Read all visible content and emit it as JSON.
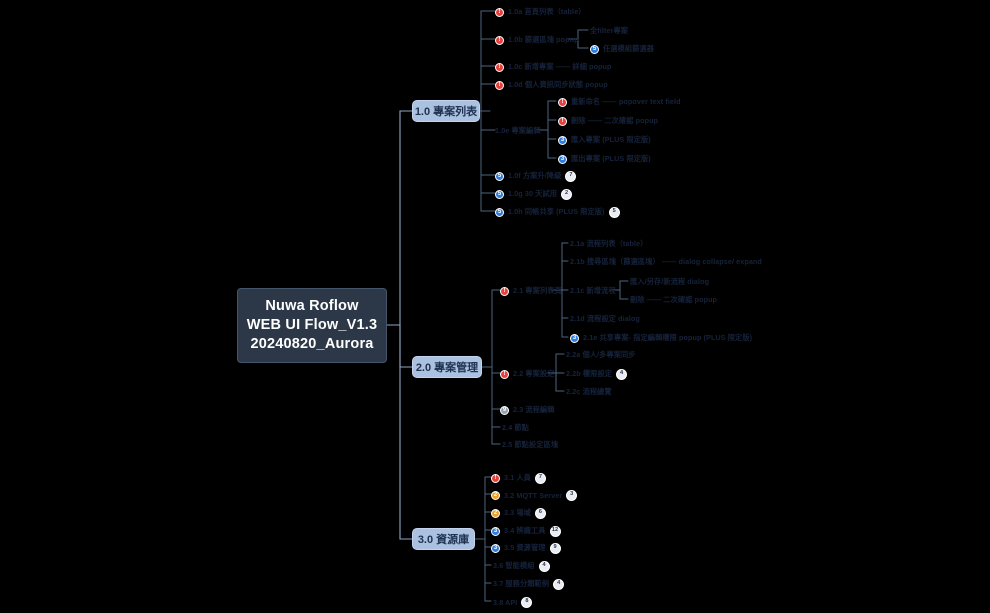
{
  "meta": {
    "app": "mind-map",
    "background": "#000000",
    "accent_branch": "#aac1e0",
    "central_bg": "#2c3847",
    "marker_red": "#e8413c",
    "marker_orange": "#f0a128",
    "marker_blue": "#2e7de0",
    "marker_gray": "#98a2ae"
  },
  "central": {
    "line1": "Nuwa Roflow",
    "line2": "WEB UI Flow_V1.3",
    "line3": "20240820_Aurora"
  },
  "branches": [
    {
      "id": "b1",
      "label": "1.0 專案列表"
    },
    {
      "id": "b2",
      "label": "2.0 專案管理"
    },
    {
      "id": "b3",
      "label": "3.0 資源庫"
    }
  ],
  "nodes": {
    "n1a": {
      "marker": "red",
      "marker_glyph": "!",
      "text": "1.0a 首頁列表（table）",
      "count": ""
    },
    "n1b": {
      "marker": "red",
      "marker_glyph": "!",
      "text": "1.0b 篩選區塊 popup",
      "count": ""
    },
    "n1b1": {
      "marker": "",
      "marker_glyph": "",
      "text": "全filter專案",
      "count": ""
    },
    "n1b2": {
      "marker": "blue",
      "marker_glyph": "5",
      "text": "任選模組篩選器",
      "count": ""
    },
    "n1c": {
      "marker": "red",
      "marker_glyph": "!",
      "text": "1.0c 新增專案 —— 詳細 popup",
      "count": ""
    },
    "n1d": {
      "marker": "red",
      "marker_glyph": "!",
      "text": "1.0d 個人資訊同步狀態 popup",
      "count": ""
    },
    "n1e": {
      "marker": "",
      "marker_glyph": "",
      "text": "1.0e 專案編輯",
      "count": ""
    },
    "n1e1": {
      "marker": "red",
      "marker_glyph": "!",
      "text": "重新命名 —— popover text field",
      "count": ""
    },
    "n1e2": {
      "marker": "red",
      "marker_glyph": "!",
      "text": "刪除 —— 二次確認 popup",
      "count": ""
    },
    "n1e3": {
      "marker": "blue",
      "marker_glyph": "3",
      "text": "匯入專案 (PLUS 限定版)",
      "count": ""
    },
    "n1e4": {
      "marker": "blue",
      "marker_glyph": "3",
      "text": "匯出專案 (PLUS 限定版)",
      "count": ""
    },
    "n1f": {
      "marker": "blue",
      "marker_glyph": "5",
      "text": "1.0f 方案升/降級",
      "count": "7"
    },
    "n1g": {
      "marker": "blue",
      "marker_glyph": "5",
      "text": "1.0g 30 天試用",
      "count": "2"
    },
    "n1h": {
      "marker": "blue",
      "marker_glyph": "5",
      "text": "1.0h 同帳共享 (PLUS 限定版)",
      "count": "5"
    },
    "n21": {
      "marker": "red",
      "marker_glyph": "!",
      "text": "2.1 專案列表頁",
      "count": ""
    },
    "n21a": {
      "marker": "",
      "marker_glyph": "",
      "text": "2.1a 流程列表（table）",
      "count": ""
    },
    "n21b": {
      "marker": "",
      "marker_glyph": "",
      "text": "2.1b 搜尋區塊（篩選區塊）     —— dialog collapse/ expand",
      "count": ""
    },
    "n21c": {
      "marker": "",
      "marker_glyph": "",
      "text": "2.1c 新增流程",
      "count": ""
    },
    "n21c1": {
      "marker": "",
      "marker_glyph": "",
      "text": "匯入/另存/新流程 dialog",
      "count": ""
    },
    "n21c2": {
      "marker": "",
      "marker_glyph": "",
      "text": "刪除 —— 二次確認 popup",
      "count": ""
    },
    "n21d": {
      "marker": "",
      "marker_glyph": "",
      "text": "2.1d 流程設定 dialog",
      "count": ""
    },
    "n21e": {
      "marker": "blue",
      "marker_glyph": "3",
      "text": "2.1e 共享專案- 指定編輯權限 popup (PLUS 限定版)",
      "count": ""
    },
    "n22": {
      "marker": "red",
      "marker_glyph": "!",
      "text": "2.2 專案設定",
      "count": ""
    },
    "n22a": {
      "marker": "",
      "marker_glyph": "",
      "text": "2.2a 個人/多專案同步",
      "count": ""
    },
    "n22b": {
      "marker": "",
      "marker_glyph": "",
      "text": "2.2b 權限設定",
      "count": "4"
    },
    "n22c": {
      "marker": "",
      "marker_glyph": "",
      "text": "2.2c 流程總覽",
      "count": ""
    },
    "n23": {
      "marker": "gray",
      "marker_glyph": "9",
      "text": "2.3 流程編輯",
      "count": ""
    },
    "n24": {
      "marker": "",
      "marker_glyph": "",
      "text": "2.4 節點",
      "count": ""
    },
    "n25": {
      "marker": "",
      "marker_glyph": "",
      "text": "2.5 節點設定區塊",
      "count": ""
    },
    "n31": {
      "marker": "red",
      "marker_glyph": "!",
      "text": "3.1 人員",
      "count": "7"
    },
    "n32": {
      "marker": "orange",
      "marker_glyph": "2",
      "text": "3.2 MQTT Server",
      "count": "3"
    },
    "n33": {
      "marker": "orange",
      "marker_glyph": "2",
      "text": "3.3 場域",
      "count": "6"
    },
    "n34": {
      "marker": "blue",
      "marker_glyph": "3",
      "text": "3.4 辨識工具",
      "count": "12"
    },
    "n35": {
      "marker": "blue",
      "marker_glyph": "3",
      "text": "3.5 資源管理",
      "count": "9"
    },
    "n36": {
      "marker": "",
      "marker_glyph": "",
      "text": "3.6 智能模組",
      "count": "4"
    },
    "n37": {
      "marker": "",
      "marker_glyph": "",
      "text": "3.7 服務分類範例",
      "count": "4"
    },
    "n38": {
      "marker": "",
      "marker_glyph": "",
      "text": "3.8 API",
      "count": "8"
    }
  }
}
